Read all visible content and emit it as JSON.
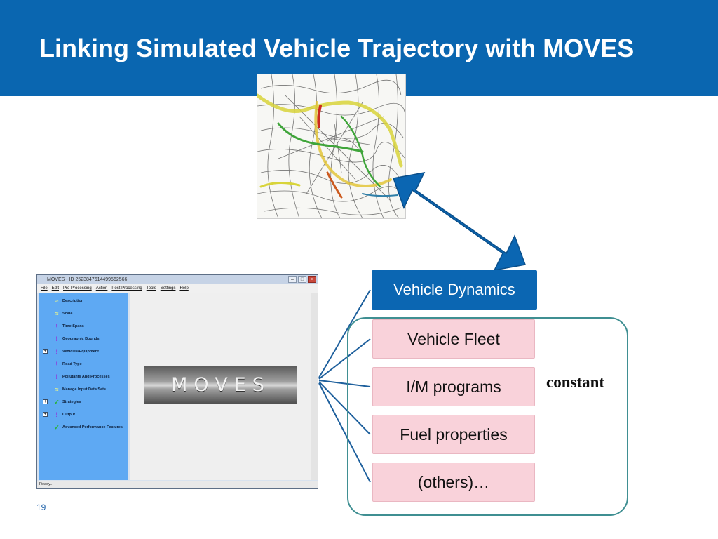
{
  "slide": {
    "title": "Linking Simulated Vehicle Trajectory with MOVES",
    "page_number": "19",
    "colors": {
      "header": "#0a66b0",
      "dynamics_box": "#0b66b2",
      "pink_box": "#f9d2da",
      "frame": "#3f8f92",
      "arrow": "#0b66b2"
    }
  },
  "moves_window": {
    "title": "MOVES - ID 2523847614499562566",
    "menu": [
      "File",
      "Edit",
      "Pre Processing",
      "Action",
      "Post Processing",
      "Tools",
      "Settings",
      "Help"
    ],
    "nav_items": [
      {
        "label": "Description",
        "icon": "wave-icon",
        "expandable": false
      },
      {
        "label": "Scale",
        "icon": "wave-icon",
        "expandable": false
      },
      {
        "label": "Time Spans",
        "icon": "exclamation-icon",
        "expandable": false
      },
      {
        "label": "Geographic Bounds",
        "icon": "exclamation-icon",
        "expandable": false
      },
      {
        "label": "Vehicles/Equipment",
        "icon": "exclamation-icon",
        "expandable": true
      },
      {
        "label": "Road Type",
        "icon": "exclamation-icon",
        "expandable": false
      },
      {
        "label": "Pollutants And Processes",
        "icon": "exclamation-icon",
        "expandable": false
      },
      {
        "label": "Manage Input Data Sets",
        "icon": "wave-icon",
        "expandable": false
      },
      {
        "label": "Strategies",
        "icon": "checkmark-icon",
        "expandable": true
      },
      {
        "label": "Output",
        "icon": "exclamation-icon",
        "expandable": true
      },
      {
        "label": "Advanced Performance Features",
        "icon": "checkmark-icon",
        "expandable": false
      }
    ],
    "logo_text": "MOVES",
    "status": "Ready..."
  },
  "components": {
    "dynamics": "Vehicle Dynamics",
    "fleet": "Vehicle Fleet",
    "im": "I/M programs",
    "fuel": "Fuel properties",
    "others": "(others)…",
    "constant_label": "constant"
  }
}
